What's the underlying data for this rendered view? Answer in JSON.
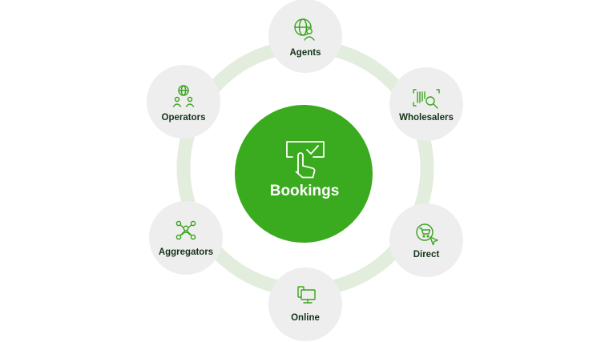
{
  "hub": {
    "label": "Bookings",
    "icon": "touch-check-icon"
  },
  "channels": [
    {
      "id": "agents",
      "label": "Agents",
      "icon": "globe-person-icon"
    },
    {
      "id": "wholesalers",
      "label": "Wholesalers",
      "icon": "barcode-search-icon"
    },
    {
      "id": "direct",
      "label": "Direct",
      "icon": "cart-cursor-icon"
    },
    {
      "id": "online",
      "label": "Online",
      "icon": "computer-phone-icon"
    },
    {
      "id": "aggregators",
      "label": "Aggregators",
      "icon": "network-nodes-icon"
    },
    {
      "id": "operators",
      "label": "Operators",
      "icon": "globe-people-icon"
    }
  ],
  "colors": {
    "hub_fill": "#3aab1e",
    "ring": "#e3edde",
    "node_fill": "#eeeeee",
    "icon_stroke": "#3aa41e",
    "label_text": "#16341a"
  }
}
